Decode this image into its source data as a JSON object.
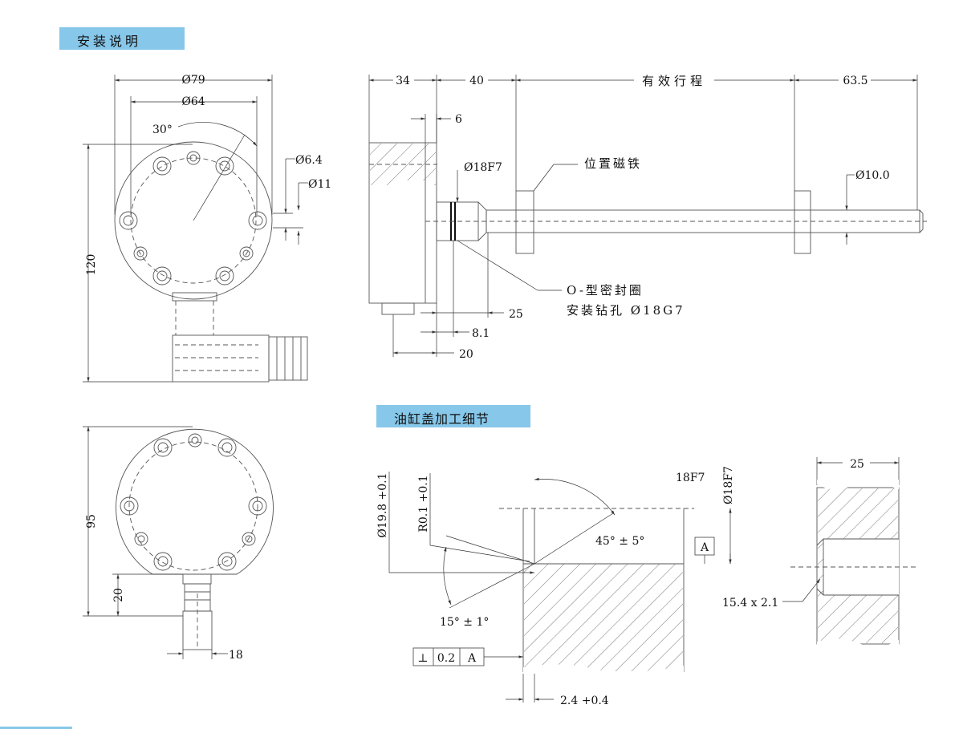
{
  "sections": {
    "install_title": "安装说明",
    "cap_title": "油缸盖加工细节"
  },
  "top_left_view": {
    "dim_outer": "Ø79",
    "dim_pcd": "Ø64",
    "angle": "30°",
    "hole_dia": "Ø6.4",
    "counterbore": "Ø11",
    "height": "120"
  },
  "side_view": {
    "dim_flange": "34",
    "dim_neck": "40",
    "stroke_label": "有效行程",
    "dim_tail": "63.5",
    "dim_6": "6",
    "dim_bore": "Ø18F7",
    "magnet_label": "位置磁铁",
    "rod_dia": "Ø10.0",
    "oring_label": "O-型密封圈",
    "drill_label": "安装钻孔  Ø18G7",
    "dim_25": "25",
    "dim_8_1": "8.1",
    "dim_20": "20"
  },
  "bottom_left_view": {
    "height": "95",
    "dim_20": "20",
    "dim_18": "18"
  },
  "cap_detail": {
    "dim_19_8": "Ø19.8 +0.1",
    "dim_r": "R0.1 +0.1",
    "angle_45": "45° ± 5°",
    "angle_15": "15° ± 1°",
    "fit": "18F7",
    "fit_dia": "Ø18F7",
    "datum": "A",
    "tol_symbol": "⊥",
    "tol_value": "0.2",
    "tol_datum": "A",
    "dim_2_4": "2.4 +0.4",
    "dim_25": "25",
    "groove": "15.4 x 2.1"
  }
}
